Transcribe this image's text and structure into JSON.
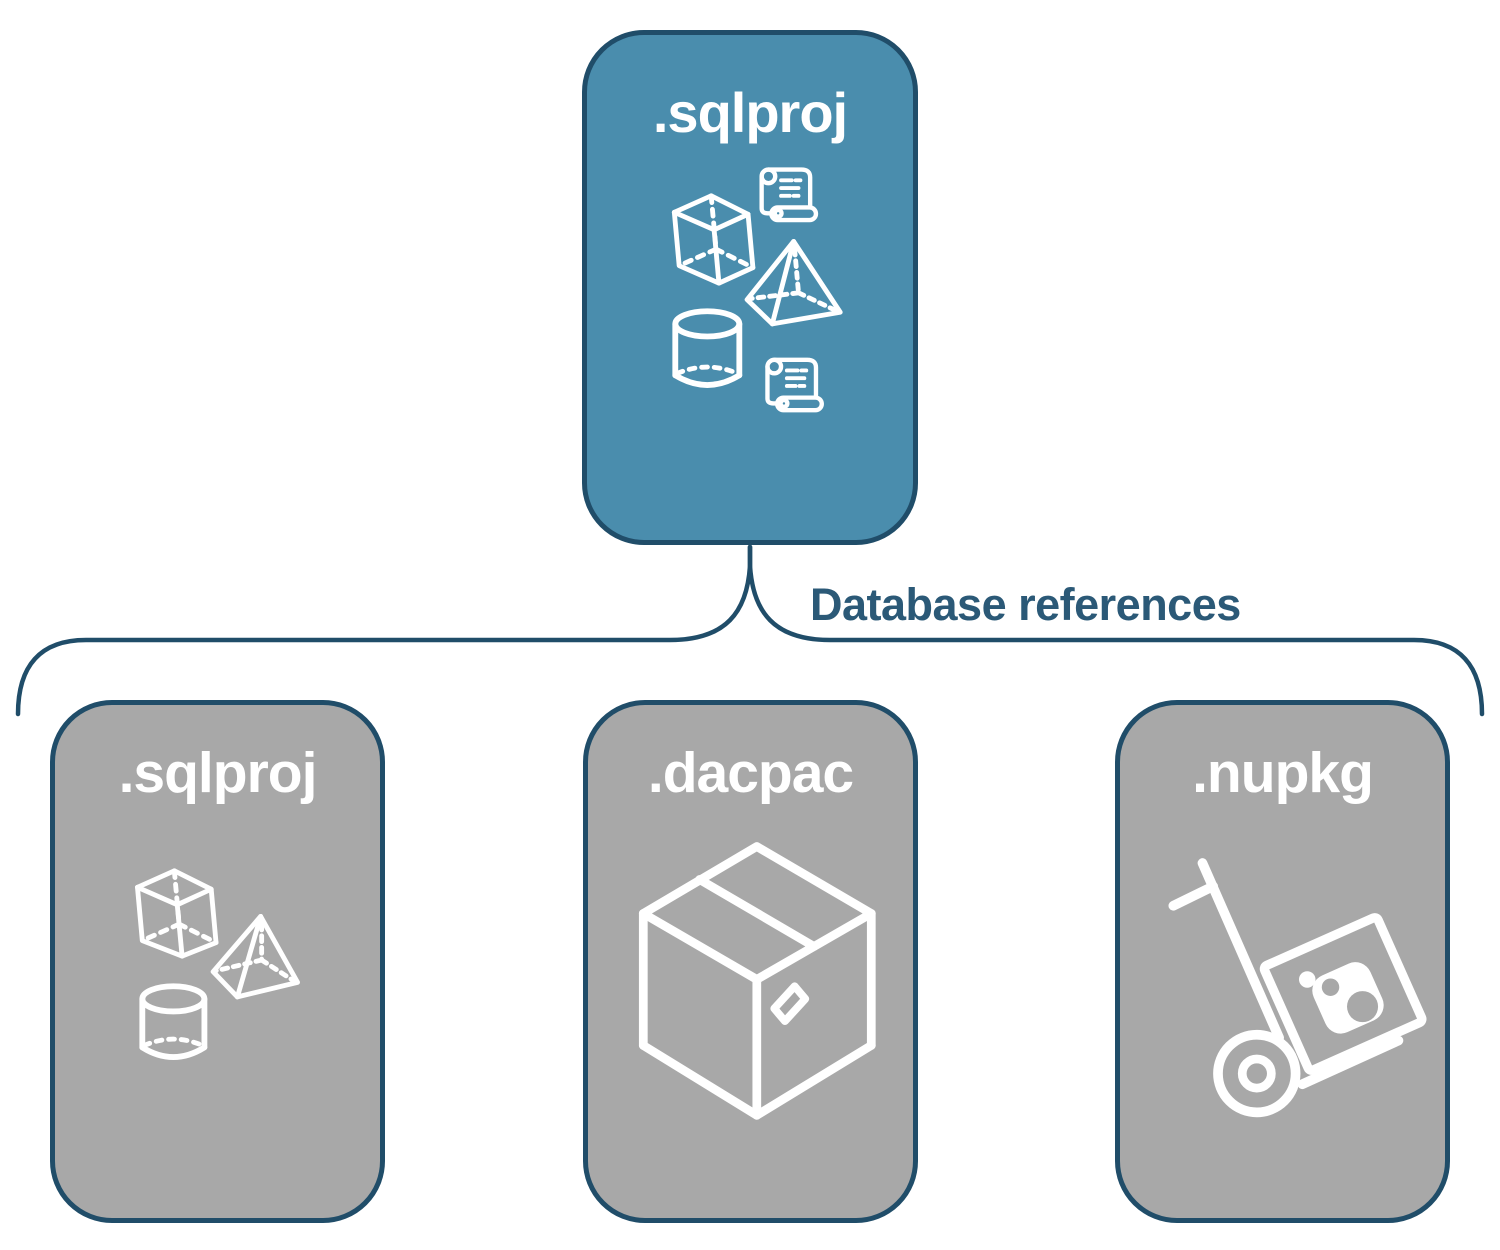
{
  "diagram": {
    "root_node": {
      "label": ".sqlproj",
      "icons": [
        "cube-icon",
        "scroll-icon",
        "pyramid-icon",
        "cylinder-icon",
        "scroll-icon"
      ]
    },
    "connector": {
      "label": "Database references"
    },
    "child_nodes": [
      {
        "label": ".sqlproj",
        "icons": [
          "cube-icon",
          "pyramid-icon",
          "cylinder-icon"
        ]
      },
      {
        "label": ".dacpac",
        "icons": [
          "package-box-icon"
        ]
      },
      {
        "label": ".nupkg",
        "icons": [
          "hand-truck-icon",
          "nuget-package-icon"
        ]
      }
    ]
  },
  "colors": {
    "root_fill": "#4A8DAD",
    "child_fill": "#A8A8A8",
    "node_border": "#204D69",
    "connector_line": "#204D69",
    "connector_label_text": "#2B5977",
    "icon_stroke": "#FFFFFF"
  }
}
